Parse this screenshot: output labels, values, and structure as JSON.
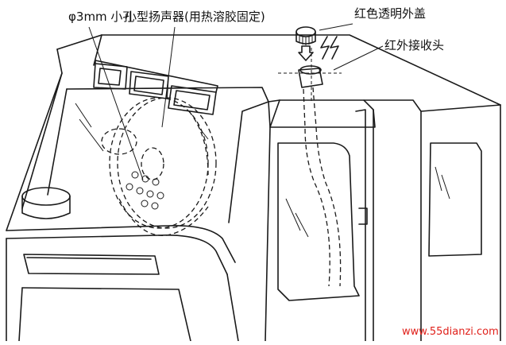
{
  "labels": {
    "hole": "φ3mm 小孔",
    "speaker": "小型扬声器(用热溶胶固定)",
    "red_cover": "红色透明外盖",
    "ir_receiver": "红外接收头"
  },
  "watermark": "www.55dianzi.com",
  "colors": {
    "ink": "#1a1a1a",
    "watermark": "#e0201a",
    "paper": "#ffffff"
  }
}
